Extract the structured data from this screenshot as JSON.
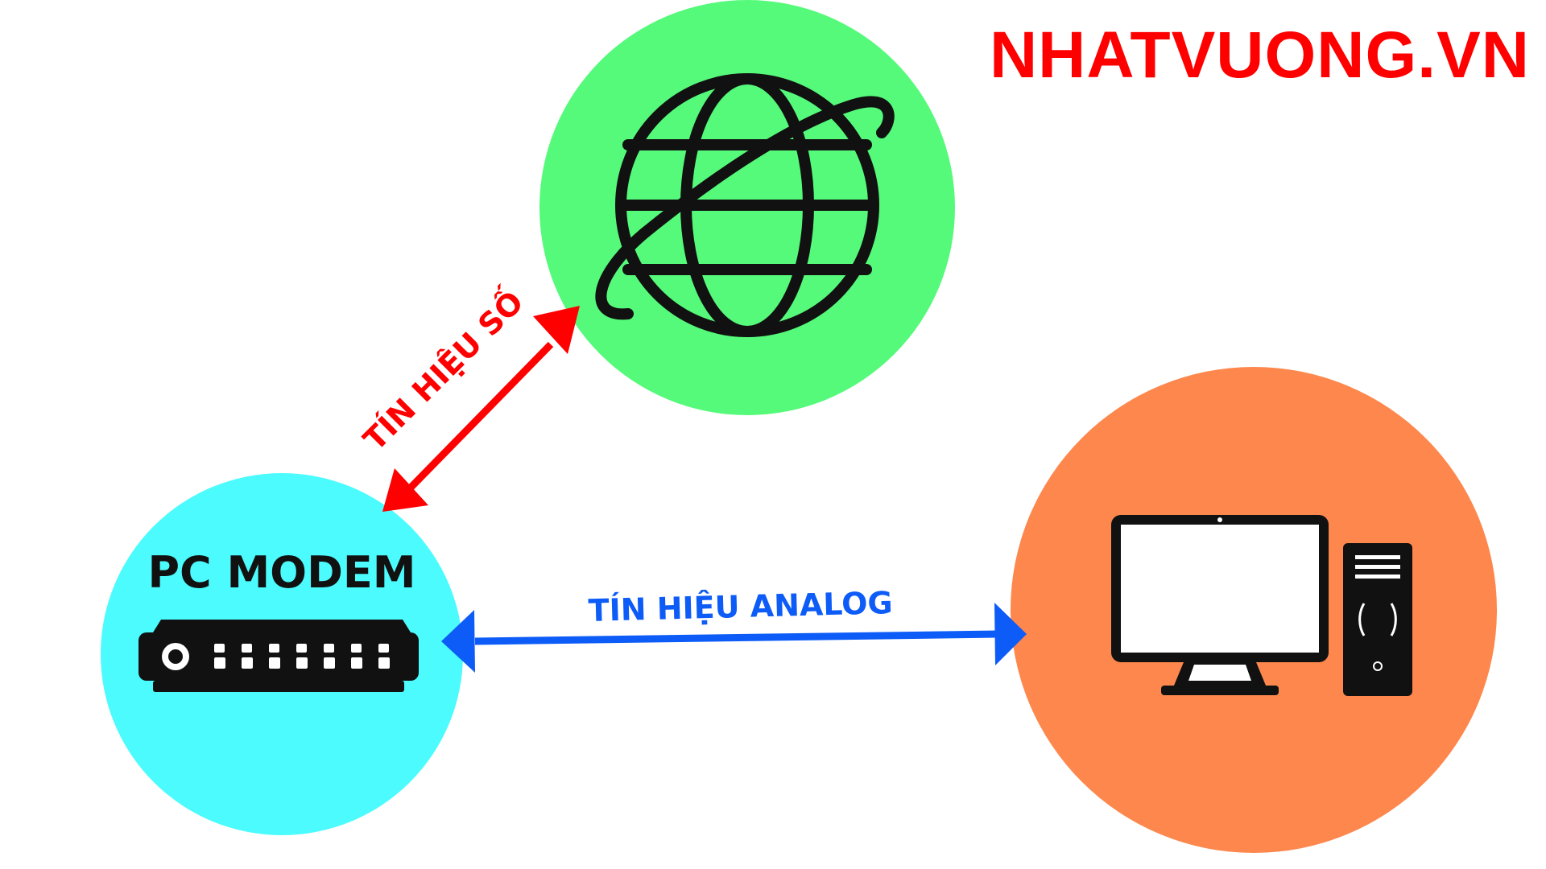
{
  "brand": {
    "text": "NHATVUONG.VN",
    "color": "#ff0000"
  },
  "nodes": {
    "internet": {
      "icon": "globe-icon",
      "color": "#55fa7a"
    },
    "modem": {
      "label": "PC MODEM",
      "icon": "modem-icon",
      "color": "#4bfbfe"
    },
    "computer": {
      "icon": "desktop-computer-icon",
      "color": "#fd874c"
    }
  },
  "edges": {
    "digital": {
      "label": "TÍN HIỆU SỐ",
      "color": "#ff0000",
      "from": "modem",
      "to": "internet"
    },
    "analog": {
      "label": "TÍN HIỆU ANALOG",
      "color": "#0d5cf7",
      "from": "modem",
      "to": "computer"
    }
  },
  "icon_color": "#111111"
}
